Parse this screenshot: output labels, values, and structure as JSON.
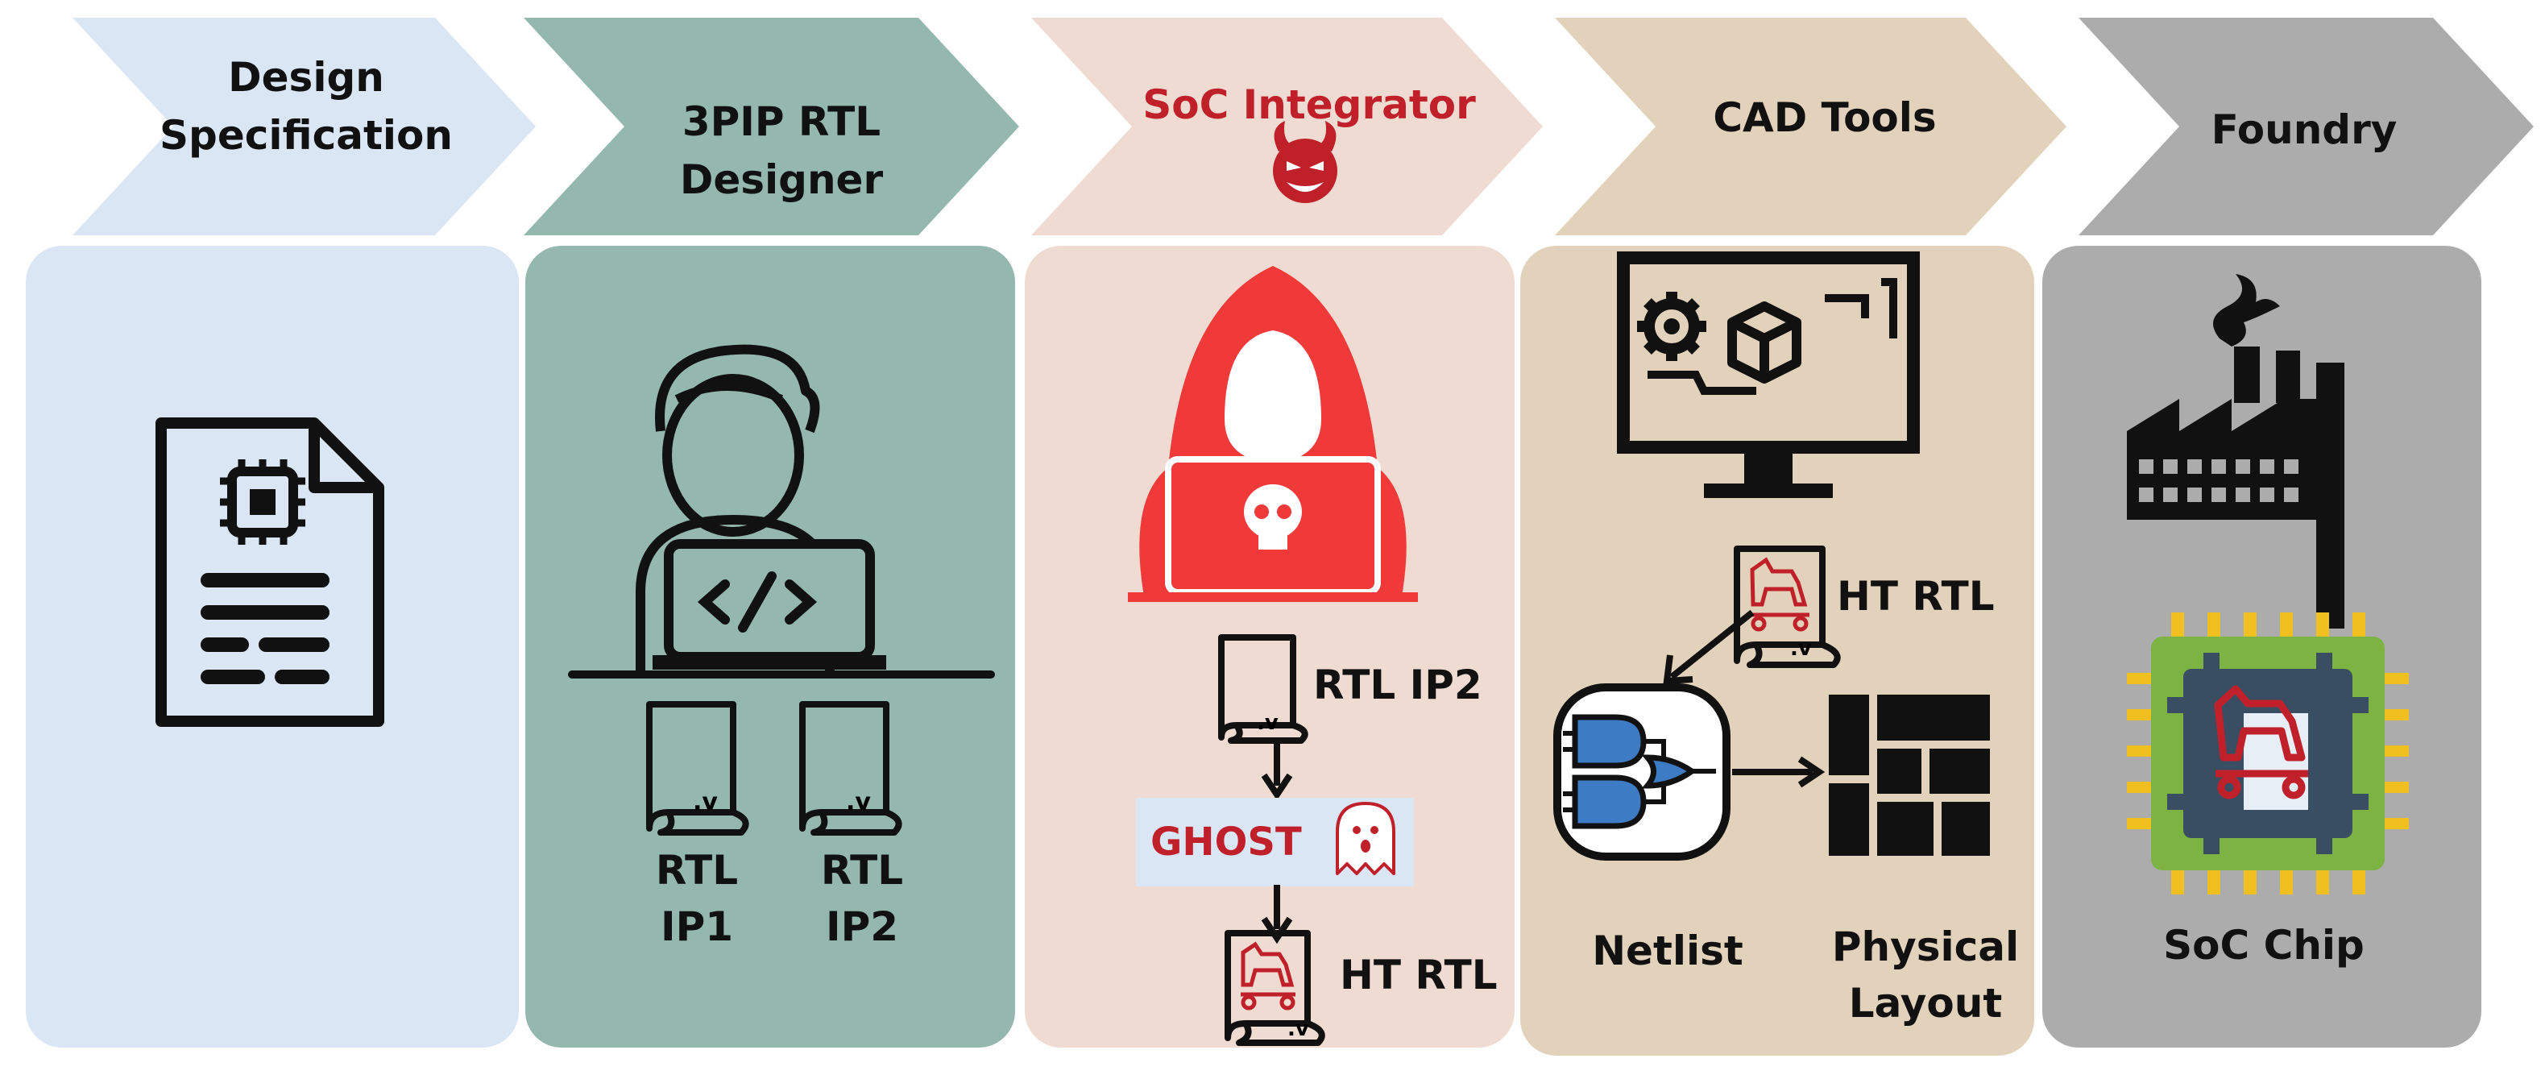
{
  "stages": [
    {
      "title": "Design Specification",
      "color": "#dbe6f5"
    },
    {
      "title": "3PIP RTL Designer",
      "color": "#94b8ad"
    },
    {
      "title": "SoC Integrator",
      "color": "#efdbd1"
    },
    {
      "title": "CAD Tools",
      "color": "#e3d2bb"
    },
    {
      "title": "Foundry",
      "color": "#acacac"
    }
  ],
  "rtl_files": {
    "ext": ".v",
    "ip1_label": "RTL IP1",
    "ip2_label": "RTL IP2"
  },
  "integrator": {
    "rtl_ip2": "RTL IP2",
    "ghost": "GHOST",
    "ht_rtl": "HT RTL"
  },
  "cad": {
    "ht_rtl": "HT RTL",
    "netlist": "Netlist",
    "layout": "Physical Layout"
  },
  "foundry": {
    "chip": "SoC Chip"
  },
  "colors": {
    "accent_red": "#c0202a",
    "hacker_red": "#f03a3a",
    "gate_blue": "#3d7cc4",
    "chip_green": "#7cb342",
    "chip_pin": "#f0c020",
    "chip_core": "#3a4e63"
  }
}
